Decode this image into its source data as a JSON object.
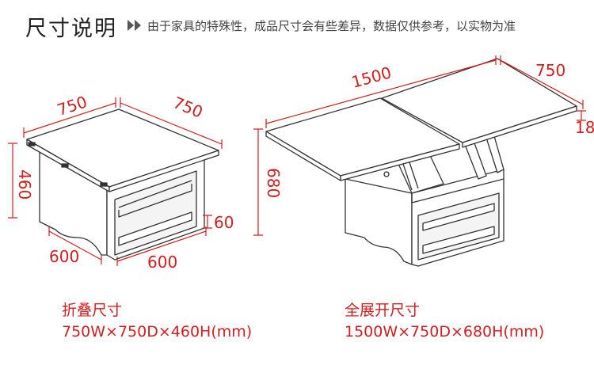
{
  "header": {
    "title": "尺寸说明",
    "note": "由于家具的特殊性，成品尺寸会有些差异，数据仅供参考，以实物为准"
  },
  "folded": {
    "dims": {
      "width_top": "750",
      "depth_top": "750",
      "height": "460",
      "shelf": "60",
      "width_bottom": "600",
      "depth_bottom": "600"
    },
    "caption_title": "折叠尺寸",
    "caption_size": "750W×750D×460H(mm)"
  },
  "unfolded": {
    "dims": {
      "length": "1500",
      "depth": "750",
      "thickness": "18",
      "height": "680"
    },
    "caption_title": "全展开尺寸",
    "caption_size": "1500W×750D×680H(mm)"
  },
  "colors": {
    "dimension": "#d21e1e",
    "outline": "#333333",
    "text": "#222222"
  }
}
